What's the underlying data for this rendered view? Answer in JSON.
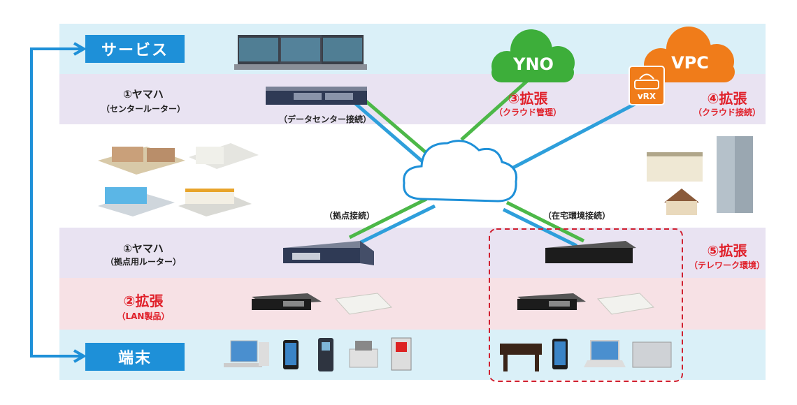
{
  "bands": {
    "service_label": "サービス",
    "terminal_label": "端末"
  },
  "yamaha_center": {
    "title": "①ヤマハ",
    "subtitle": "（センタールーター）"
  },
  "yamaha_branch": {
    "title": "①ヤマハ",
    "subtitle": "（拠点用ルーター）"
  },
  "ext_lan": {
    "title": "②拡張",
    "subtitle": "（LAN製品）"
  },
  "ext_cloud_mgmt": {
    "title": "③拡張",
    "subtitle": "（クラウド管理）"
  },
  "ext_cloud_conn": {
    "title": "④拡張",
    "subtitle": "（クラウド接続）"
  },
  "ext_telework": {
    "title": "⑤拡張",
    "subtitle": "（テレワーク環境）"
  },
  "connections": {
    "datacenter": "（データセンター接続）",
    "branch": "（拠点接続）",
    "home": "（在宅環境接続）"
  },
  "clouds": {
    "yno": "YNO",
    "vpc": "VPC",
    "vrx": "vRX"
  },
  "colors": {
    "service_band": "#daf0f8",
    "router_band": "#e9e3f2",
    "lan_band": "#f7e1e5",
    "terminal_band": "#daf0f8",
    "accent_blue": "#1e90d8",
    "green_cloud": "#3dae3a",
    "orange_cloud": "#f07c1a",
    "red_text": "#e0202a",
    "line_green": "#4cb848",
    "line_blue": "#2e9fdb"
  }
}
